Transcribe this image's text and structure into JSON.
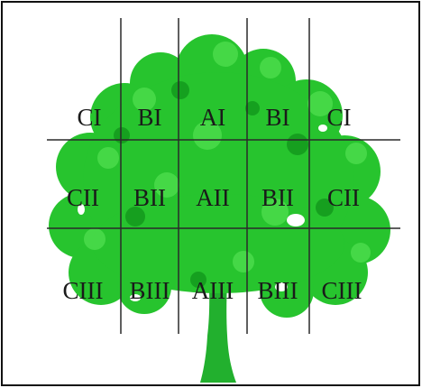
{
  "diagram": {
    "rows": [
      {
        "cells": [
          "CI",
          "BI",
          "AI",
          "BI",
          "CI"
        ]
      },
      {
        "cells": [
          "CII",
          "BII",
          "AII",
          "BII",
          "CII"
        ]
      },
      {
        "cells": [
          "CIII",
          "BIII",
          "AIII",
          "BIII",
          "CIII"
        ]
      }
    ],
    "colors": {
      "foliage": "#27c42e",
      "foliage_light": "#4bdc4b",
      "foliage_dark": "#12971c",
      "trunk": "#22b02e",
      "grid": "#2a2a2a",
      "border": "#000000"
    }
  }
}
